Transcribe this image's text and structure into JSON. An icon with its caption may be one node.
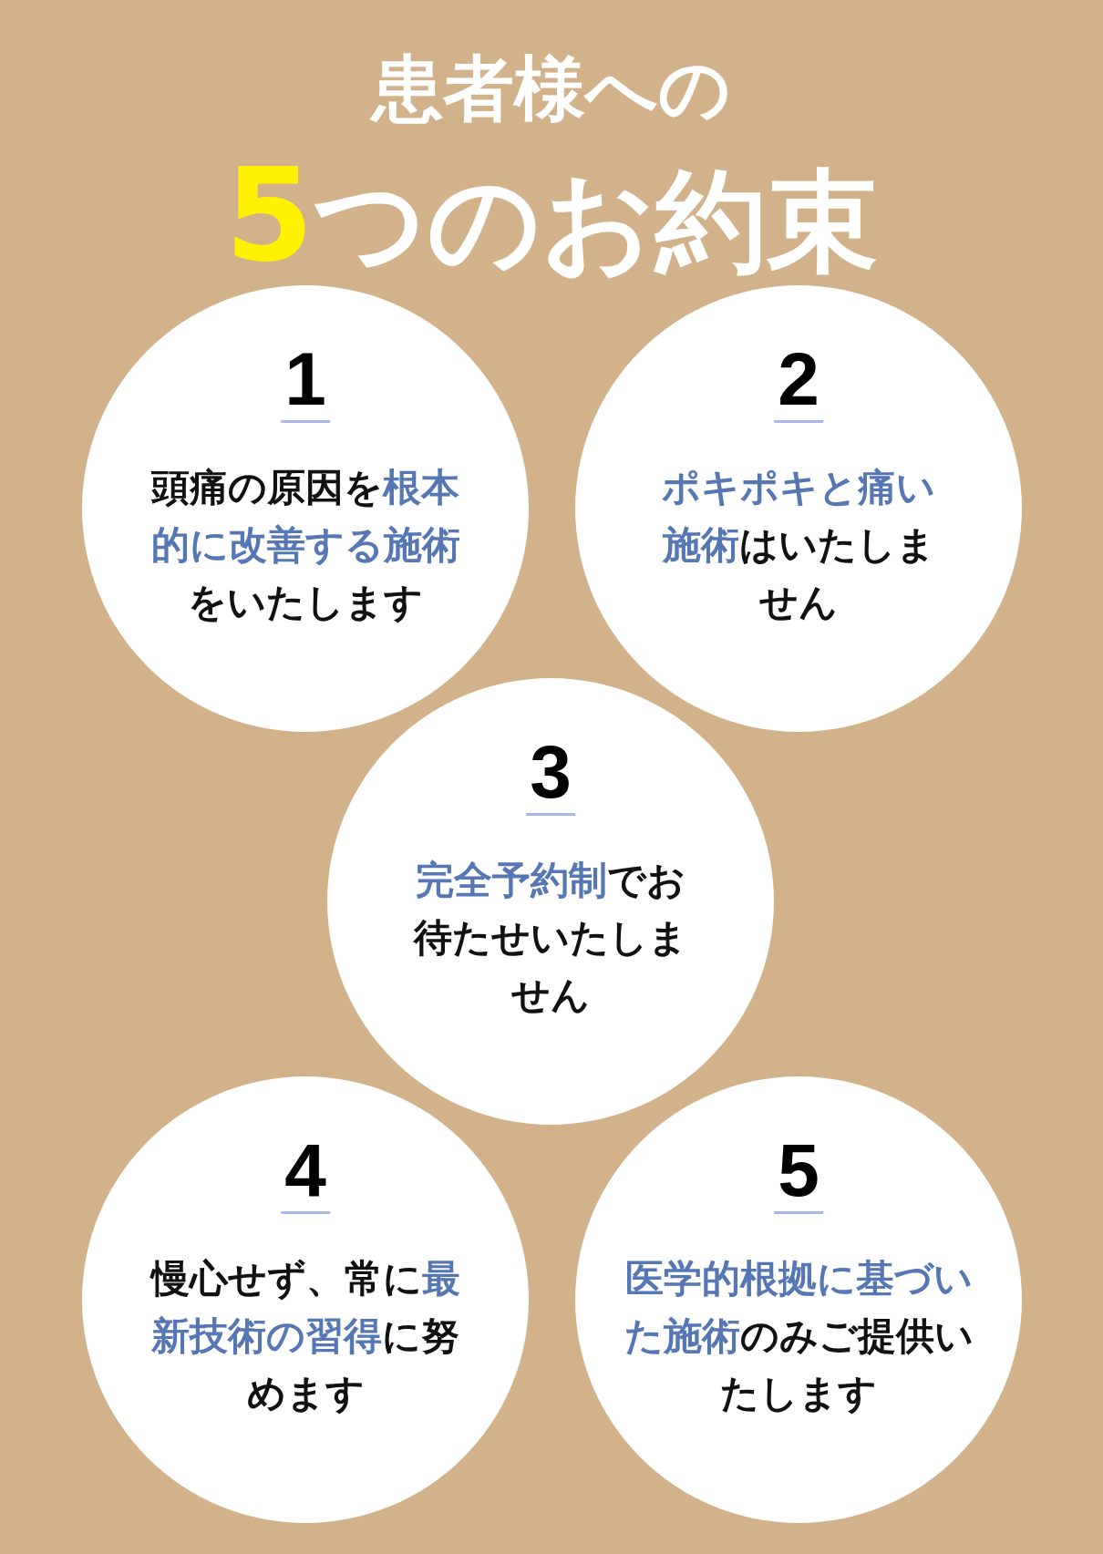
{
  "diagram": {
    "title": "患者様への",
    "nodes": [
      {
        "text": [
          "1",
          "頭痛の原因を**根本的に改善する施術**をいたします"
        ]
      },
      {
        "text": [
          "2",
          "**ポキポキと痛い施術**はいたしません"
        ]
      },
      {
        "text": [
          "3",
          "**完全予約制**でお待たせいたしません"
        ]
      },
      {
        "text": [
          "4",
          "慢心せず、常に**最新技術の習得**に努めます"
        ]
      },
      {
        "text": [
          "5",
          "**医学的根拠に基づいた施術**のみご提供いたします"
        ]
      }
    ],
    "labels": [
      "**5**つのお約束"
    ]
  }
}
